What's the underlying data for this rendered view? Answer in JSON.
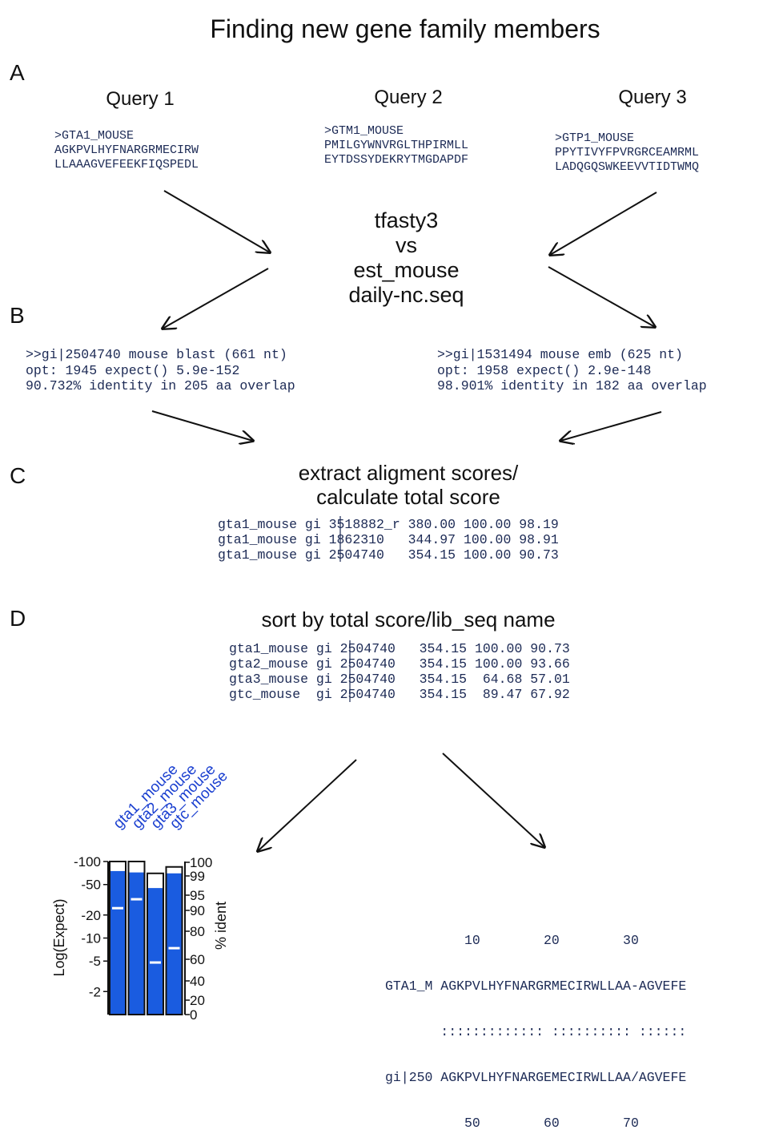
{
  "title": "Finding new gene family members",
  "panels": {
    "A": {
      "label": "A",
      "queries": [
        {
          "title": "Query 1",
          "header": ">GTA1_MOUSE",
          "line1": "AGKPVLHYFNARGRMECIRW",
          "line2": "LLAAAGVEFEEKFIQSPEDL"
        },
        {
          "title": "Query 2",
          "header": ">GTM1_MOUSE",
          "line1": "PMILGYWNVRGLTHPIRMLL",
          "line2": "EYTDSSYDEKRYTMGDAPDF"
        },
        {
          "title": "Query 3",
          "header": ">GTP1_MOUSE",
          "line1": "PPYTIVYFPVRGRCEAMRML",
          "line2": "LADQGQSWKEEVVTIDTWMQ"
        }
      ],
      "search": {
        "line1": "tfasty3",
        "line2": "vs",
        "line3": "est_mouse",
        "line4": "daily-nc.seq"
      }
    },
    "B": {
      "label": "B",
      "hits": [
        {
          "line1": ">>gi|2504740 mouse blast (661 nt)",
          "line2": "opt: 1945 expect() 5.9e-152",
          "line3": "90.732% identity in 205 aa overlap"
        },
        {
          "line1": ">>gi|1531494 mouse emb (625 nt)",
          "line2": "opt: 1958 expect() 2.9e-148",
          "line3": "98.901% identity in 182 aa overlap"
        }
      ]
    },
    "C": {
      "label": "C",
      "heading_line1": "extract aligment scores/",
      "heading_line2": "calculate total score",
      "rows": [
        {
          "query": "gta1_mouse",
          "db": "gi",
          "lib": "3518882_r",
          "score": "380.00",
          "pct1": "100.00",
          "pct2": "98.19"
        },
        {
          "query": "gta1_mouse",
          "db": "gi",
          "lib": "1862310",
          "score": "344.97",
          "pct1": "100.00",
          "pct2": "98.91"
        },
        {
          "query": "gta1_mouse",
          "db": "gi",
          "lib": "2504740",
          "score": "354.15",
          "pct1": "100.00",
          "pct2": "90.73"
        }
      ]
    },
    "D": {
      "label": "D",
      "heading": "sort by total score/lib_seq name",
      "rows": [
        {
          "query": "gta1_mouse",
          "db": "gi",
          "lib": "2504740",
          "score": "354.15",
          "pct1": "100.00",
          "pct2": "90.73"
        },
        {
          "query": "gta2_mouse",
          "db": "gi",
          "lib": "2504740",
          "score": "354.15",
          "pct1": "100.00",
          "pct2": "93.66"
        },
        {
          "query": "gta3_mouse",
          "db": "gi",
          "lib": "2504740",
          "score": "354.15",
          "pct1": " 64.68",
          "pct2": "57.01"
        },
        {
          "query": "gtc_mouse ",
          "db": "gi",
          "lib": "2504740",
          "score": "354.15",
          "pct1": " 89.47",
          "pct2": "67.92"
        }
      ],
      "alignment": {
        "top_ruler": "          10        20        30",
        "query_line": "GTA1_M AGKPVLHYFNARGRMECIRWLLAA-AGVEFE",
        "match_line": "       ::::::::::::: :::::::::: ::::::",
        "lib_line": "gi|250 AGKPVLHYFNARGEMECIRWLLAA/AGVEFE",
        "bottom_ruler": "          50        60        70"
      }
    }
  },
  "chart_data": {
    "type": "bar",
    "categories": [
      "gta1_mouse",
      "gta2_mouse",
      "gta3_mouse",
      "gtc_mouse"
    ],
    "series": [
      {
        "name": "Log(Expect) bar top (box)",
        "values": [
          -100,
          -100,
          -70,
          -85
        ]
      },
      {
        "name": "Log(Expect) fill",
        "values": [
          -75,
          -72,
          -45,
          -70
        ]
      },
      {
        "name": "% ident marker",
        "values": [
          90.73,
          93.66,
          57.01,
          67.92
        ]
      }
    ],
    "left_axis": {
      "label": "Log(Expect)",
      "ticks": [
        "-100",
        "-50",
        "-20",
        "-10",
        "-5",
        "-2"
      ],
      "scale": "log"
    },
    "right_axis": {
      "label": "% ident",
      "ticks": [
        "100",
        "99",
        "95",
        "90",
        "80",
        "60",
        "40",
        "20",
        "0"
      ]
    },
    "colors": {
      "fill": "#1a5ce0",
      "marker": "#ffffff",
      "label": "#1a3fd0"
    }
  }
}
